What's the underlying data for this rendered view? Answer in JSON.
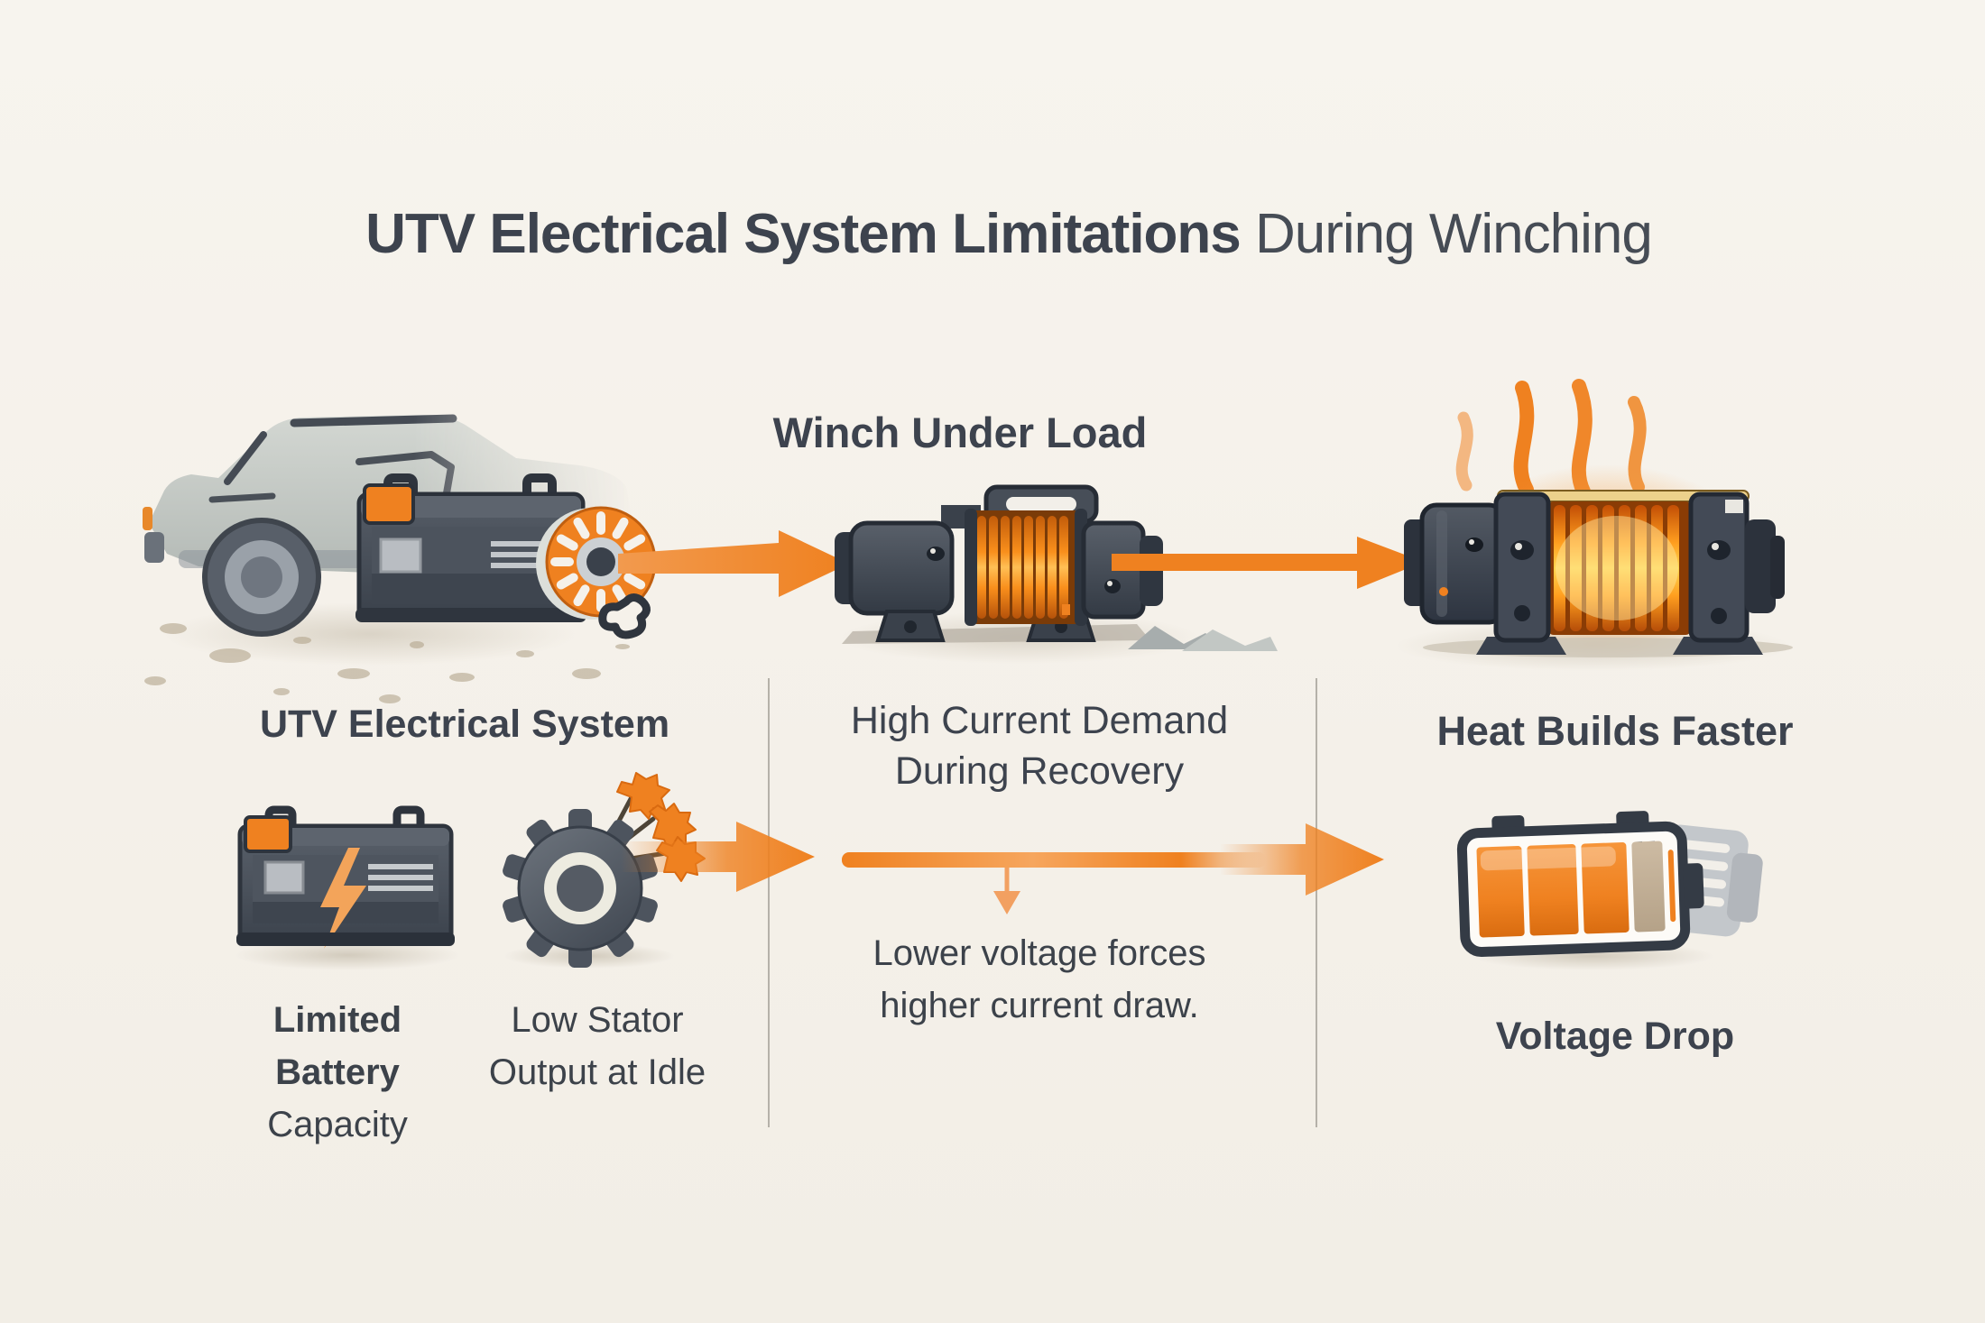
{
  "title": {
    "main": "UTV Electrical System Limitations",
    "suffix": " During Winching"
  },
  "top_row": {
    "winch_under_load_label": "Winch Under Load"
  },
  "columns": {
    "utv_system": {
      "heading": "UTV Electrical System",
      "battery_label_bold": "Limited Battery",
      "battery_label_rest": "Capacity",
      "stator_label": "Low Stator Output at Idle"
    },
    "current_demand": {
      "heading": "High Current Demand During Recovery",
      "note": "Lower voltage forces higher current draw."
    },
    "heat": {
      "heading": "Heat Builds Faster",
      "voltage_label": "Voltage Drop"
    }
  },
  "icons": {
    "utv-vehicle-illustration": "gray side-view UTV fading into background",
    "battery-illustration": "dark vehicle battery with orange terminal",
    "stator-pulley-illustration": "orange slotted stator wheel with hook",
    "winch-illustration": "winch with orange cable drum",
    "overheating-winch-illustration": "glowing winch drum with orange heat waves",
    "heat-waves-icon": "four wavy orange heat lines",
    "battery-lightning-icon": "battery with orange lightning bolt",
    "stator-gear-leaves-icon": "dark gear with orange oak leaves",
    "battery-charge-level-icon": "battery gauge with orange bars and alternator",
    "flow-arrow": "orange right-pointing arrow"
  },
  "colors": {
    "accent_orange": "#ef8120",
    "muted_orange": "#f2a061",
    "charcoal": "#3d434e",
    "text": "#3c424a",
    "background": "#f5f1ea",
    "divider": "#b5b1a9",
    "glow_orange": "#f59b3c"
  }
}
